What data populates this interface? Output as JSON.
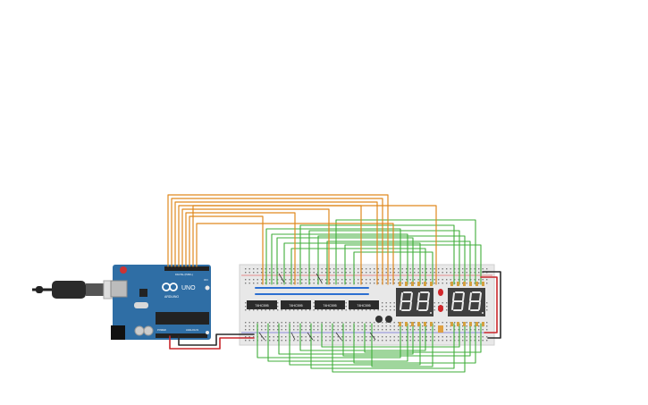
{
  "board": {
    "brand": "UNO",
    "subtitle": "ARDUINO",
    "digital_header_label": "DIGITAL (PWM~)",
    "power_label": "POWER",
    "analog_label": "ANALOG IN",
    "on_label": "ON"
  },
  "chips": [
    {
      "label": "74HC595"
    },
    {
      "label": "74HC595"
    },
    {
      "label": "74HC595"
    },
    {
      "label": "74HC595"
    }
  ],
  "displays": [
    {
      "digits": [
        "8",
        "8"
      ]
    },
    {
      "digits": [
        "8",
        "8"
      ]
    }
  ],
  "colors": {
    "board_blue": "#2f6ea5",
    "wire_orange": "#e0891e",
    "wire_green": "#3fae3a",
    "wire_red": "#c8262b",
    "wire_black": "#2a2a2a",
    "wire_blue": "#2c6fd1",
    "display_body": "#404040",
    "segment": "#e8e8e8",
    "led_red": "#d2262a",
    "breadboard": "#e8e8e8"
  },
  "icons": {
    "usb": "usb-cable-icon",
    "logo": "infinity-logo-icon"
  }
}
